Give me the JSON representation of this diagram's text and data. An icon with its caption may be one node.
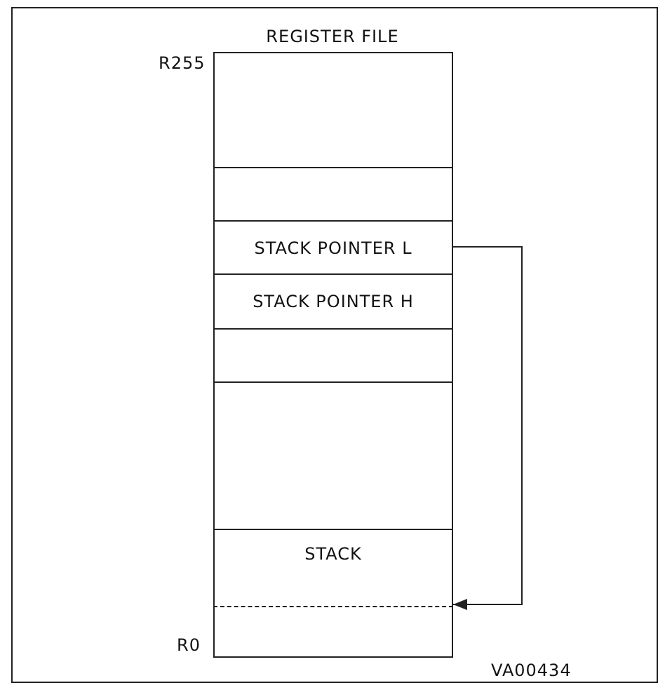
{
  "diagram": {
    "title": "REGISTER FILE",
    "nodes": [
      {
        "text": [],
        "shape": "box"
      },
      {
        "text": [],
        "shape": "box"
      },
      {
        "text": [
          "STACK POINTER L"
        ]
      },
      {
        "text": [
          "STACK POINTER H"
        ]
      },
      {
        "text": [],
        "shape": "box"
      },
      {
        "text": [],
        "shape": "box"
      },
      {
        "text": [
          "STACK"
        ]
      },
      {
        "text": [],
        "shape": "box"
      }
    ],
    "edges": [
      {
        "from": 2,
        "to": 6,
        "arrow": "to"
      }
    ],
    "labels": [
      "R255",
      "R0",
      "VA00434"
    ]
  }
}
